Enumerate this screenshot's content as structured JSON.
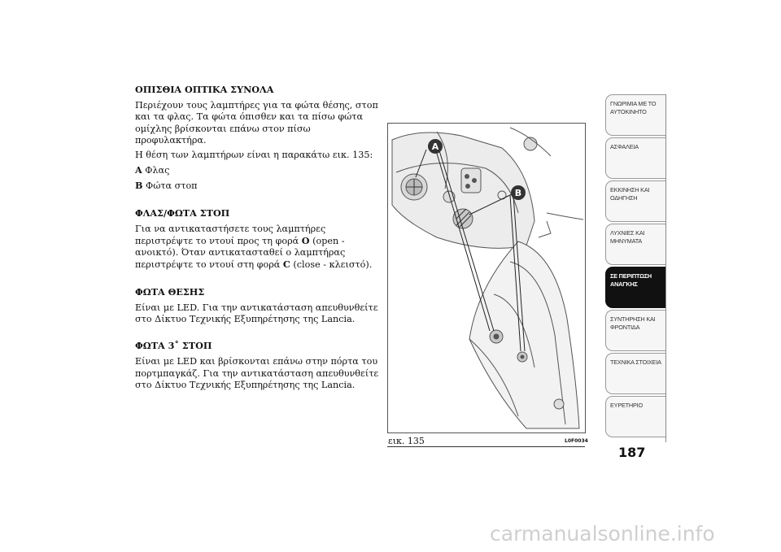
{
  "text": {
    "h1": "ΟΠΙΣΘΙΑ ΟΠΤΙΚΑ ΣΥΝΟΛΑ",
    "p1": "Περιέχουν τους λαμπτήρες για τα φώτα θέσης, στοπ και τα φλας. Τα φώτα όπισθεν και τα πίσω φώτα ομίχλης βρίσκονται επάνω στον πίσω προφυλακτήρα.",
    "p2": "Η θέση των λαμπτήρων είναι η παρακάτω εικ. 135:",
    "itemA_letter": "A",
    "itemA_text": "Φλας",
    "itemB_letter": "B",
    "itemB_text": "Φώτα στοπ",
    "h2": "ΦΛΑΣ/ΦΩΤΑ ΣΤΟΠ",
    "p3_a": "Για να αντικαταστήσετε τους λαμπτήρες περιστρέψτε το ντουί προς τη φορά ",
    "p3_O": "O",
    "p3_b": " (open - ανοικτό). Όταν αντικατασταθεί ο λαμπτήρας περιστρέψτε το ντουί στη φορά ",
    "p3_C": "C",
    "p3_c": " (close - κλειστό).",
    "h3": "ΦΩΤΑ ΘΕΣΗΣ",
    "p4": "Είναι με LED. Για την αντικατάσταση απευθυνθείτε στο Δίκτυο Τεχνικής Εξυπηρέτησης της Lancia.",
    "h4": "ΦΩΤΑ 3˚ ΣΤΟΠ",
    "p5": "Είναι με LED και βρίσκονται επάνω στην πόρτα του πορτμπαγκάζ. Για την αντικατάσταση απευθυνθείτε στο Δίκτυο Τεχνικής Εξυπηρέτησης της Lancia."
  },
  "figure": {
    "caption": "εικ. 135",
    "code": "L0F0034",
    "label_a": "A",
    "label_b": "B"
  },
  "tabs": [
    {
      "label": "ΓΝΩΡΙΜΙΑ ΜΕ ΤΟ ΑΥΤΟΚΙΝΗΤΟ",
      "active": false
    },
    {
      "label": "ΑΣΦΑΛΕΙΑ",
      "active": false
    },
    {
      "label": "ΕΚΚΙΝΗΣΗ ΚΑΙ ΟΔΗΓΗΣΗ",
      "active": false
    },
    {
      "label": "ΛΥΧΝΙΕΣ ΚΑΙ ΜΗΝΥΜΑΤΑ",
      "active": false
    },
    {
      "label": "ΣΕ ΠΕΡΙΠΤΩΣΗ ΑΝΑΓΚΗΣ",
      "active": true
    },
    {
      "label": "ΣΥΝΤΗΡΗΣΗ ΚΑΙ ΦΡΟΝΤΙΔΑ",
      "active": false
    },
    {
      "label": "ΤΕΧΝΙΚΑ ΣΤΟΙΧΕΙΑ",
      "active": false
    },
    {
      "label": "ΕΥΡΕΤΗΡΙΟ",
      "active": false
    }
  ],
  "page_number": "187",
  "watermark": "carmanualsonline.info"
}
